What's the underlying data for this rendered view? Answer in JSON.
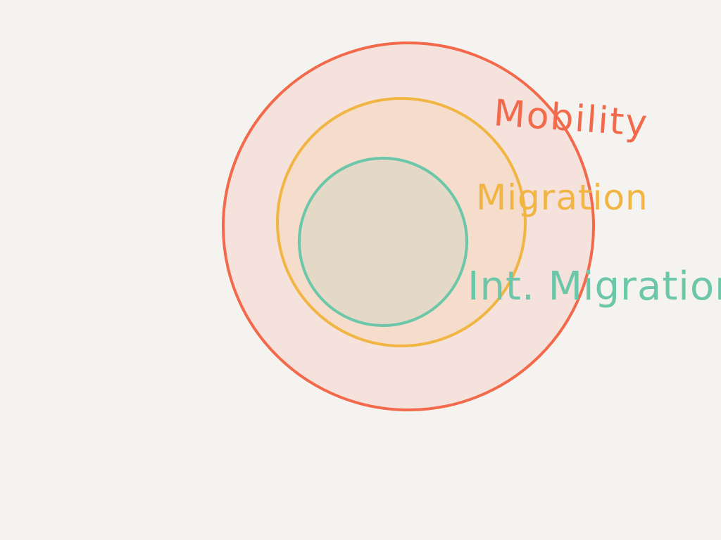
{
  "diagram": {
    "labels": {
      "outer": "Mobility",
      "middle": "Migration",
      "inner": "Int. Migration"
    },
    "colors": {
      "outer_stroke": "#f26a4b",
      "outer_fill": "#f5e2dc",
      "middle_stroke": "#f1b543",
      "middle_fill": "#f5dccb",
      "inner_stroke": "#6cc6a9",
      "inner_fill": "#e4d9c6",
      "background": "#f5f3ef"
    }
  }
}
